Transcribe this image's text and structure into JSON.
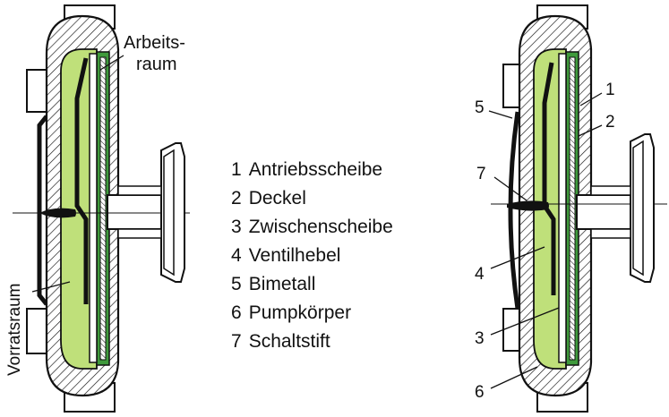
{
  "labels": {
    "arbeitsraum_line1": "Arbeits-",
    "arbeitsraum_line2": "raum",
    "vorratsraum": "Vorratsraum"
  },
  "legend": [
    {
      "num": "1",
      "text": "Antriebsscheibe"
    },
    {
      "num": "2",
      "text": "Deckel"
    },
    {
      "num": "3",
      "text": "Zwischenscheibe"
    },
    {
      "num": "4",
      "text": "Ventilhebel"
    },
    {
      "num": "5",
      "text": "Bimetall"
    },
    {
      "num": "6",
      "text": "Pumpkörper"
    },
    {
      "num": "7",
      "text": "Schaltstift"
    }
  ],
  "callouts": [
    "1",
    "2",
    "3",
    "4",
    "5",
    "6",
    "7"
  ],
  "colors": {
    "fluid_light": "#bfe07a",
    "fluid_dark": "#3f9a3c",
    "outline": "#111111",
    "housing": "#ffffff"
  }
}
